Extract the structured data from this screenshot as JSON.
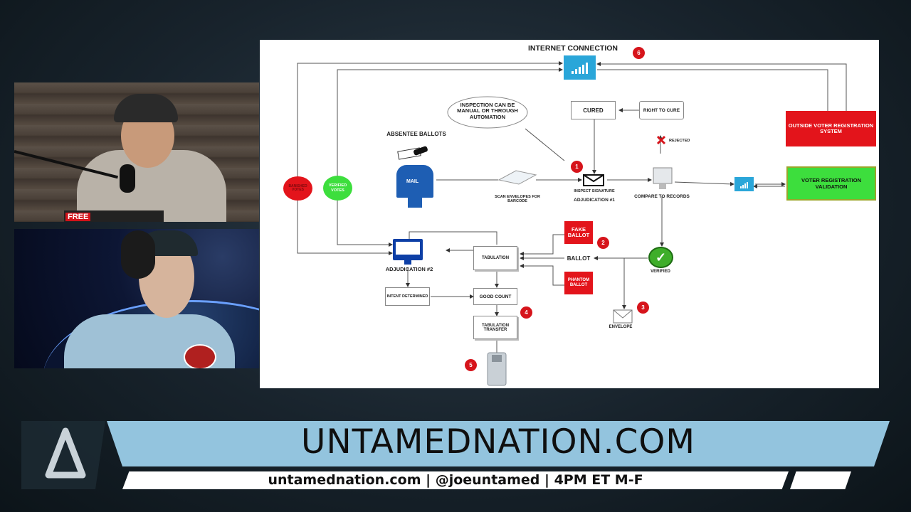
{
  "webcam_top": {
    "name": "host-webcam",
    "shirt_text": "FREE"
  },
  "webcam_bottom": {
    "name": "guest-webcam"
  },
  "diagram": {
    "internet_connection": "INTERNET CONNECTION",
    "inspection_note": "INSPECTION CAN BE MANUAL OR THROUGH AUTOMATION",
    "absentee_ballots": "ABSENTEE BALLOTS",
    "mailbox_label": "MAIL",
    "scan_envelopes": "SCAN ENVELOPES FOR BARCODE",
    "inspect_signature": "INSPECT SIGNATURE",
    "adjudication_1": "ADJUDICATION #1",
    "compare_records": "COMPARE TO RECORDS",
    "cured": "CURED",
    "right_to_cure": "RIGHT TO CURE",
    "rejected": "REJECTED",
    "outside_voter": "OUTSIDE VOTER REGISTRATION SYSTEM",
    "voter_validation": "VOTER REGISTRATION VALIDATION",
    "red_circle_label": "BANISHED VOTES",
    "verified_votes": "VERIFIED VOTES",
    "adjudication_2": "ADJUDICATION #2",
    "intent_determined": "INTENT DETERMINED",
    "tabulation": "TABULATION",
    "good_count": "GOOD COUNT",
    "tabulation_transfer": "TABULATION TRANSFER",
    "fake_ballot": "FAKE BALLOT",
    "ballot": "BALLOT",
    "phantom_ballot": "PHANTOM BALLOT",
    "verified": "VERIFIED",
    "envelope": "ENVELOPE",
    "numbers": [
      "1",
      "2",
      "3",
      "4",
      "5",
      "6"
    ]
  },
  "banner": {
    "title": "UNTAMEDNATION.COM",
    "subtitle": "untamednation.com | @joeuntamed | 4PM ET M-F"
  },
  "colors": {
    "banner_blue": "#93c4de",
    "alert_red": "#e3141b",
    "ok_green": "#3dde3d",
    "wifi_blue": "#2aa6d9"
  }
}
